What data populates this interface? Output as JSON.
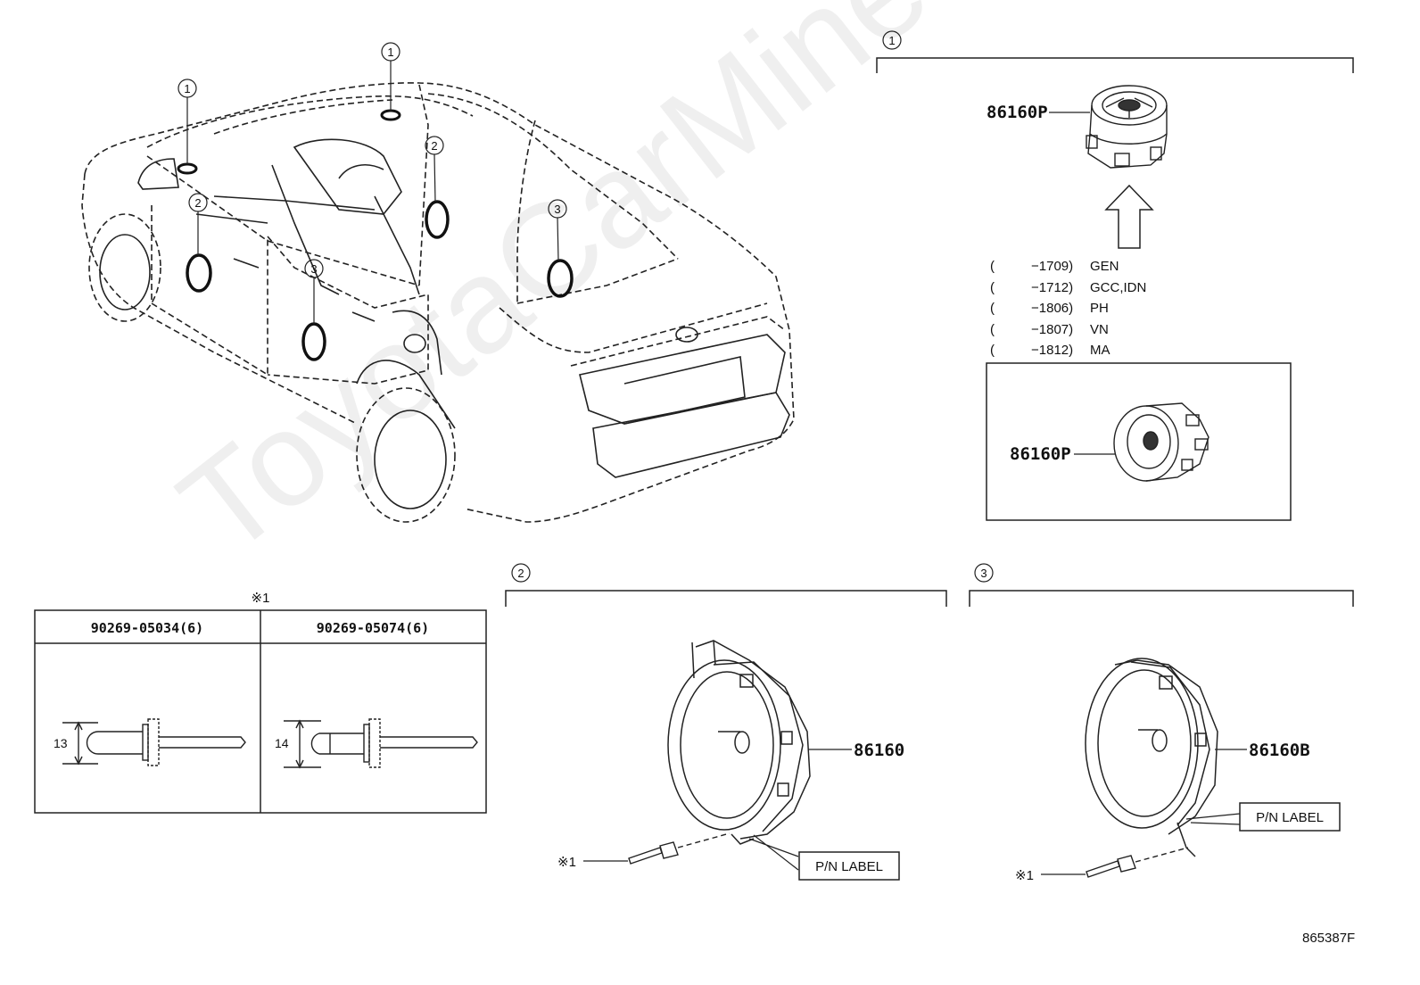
{
  "watermark": "ToyotaCarMine.ru",
  "callouts": {
    "one": "1",
    "two": "2",
    "three": "3"
  },
  "panel1": {
    "part": "86160P",
    "applicability": [
      {
        "paren": "(",
        "code": "−1709)",
        "region": "GEN"
      },
      {
        "paren": "(",
        "code": "−1712)",
        "region": "GCC,IDN"
      },
      {
        "paren": "(",
        "code": "−1806)",
        "region": "PH"
      },
      {
        "paren": "(",
        "code": "−1807)",
        "region": "VN"
      },
      {
        "paren": "(",
        "code": "−1812)",
        "region": "MA"
      }
    ],
    "alt_part": "86160P"
  },
  "panel2": {
    "part": "86160",
    "label": "P/N LABEL",
    "ref": "※1"
  },
  "panel3": {
    "part": "86160B",
    "label": "P/N LABEL",
    "ref": "※1"
  },
  "rivet_table": {
    "ref": "※1",
    "columns": [
      {
        "header": "90269-05034(6)",
        "dim": "13"
      },
      {
        "header": "90269-05074(6)",
        "dim": "14"
      }
    ]
  },
  "figure_id": "865387F"
}
